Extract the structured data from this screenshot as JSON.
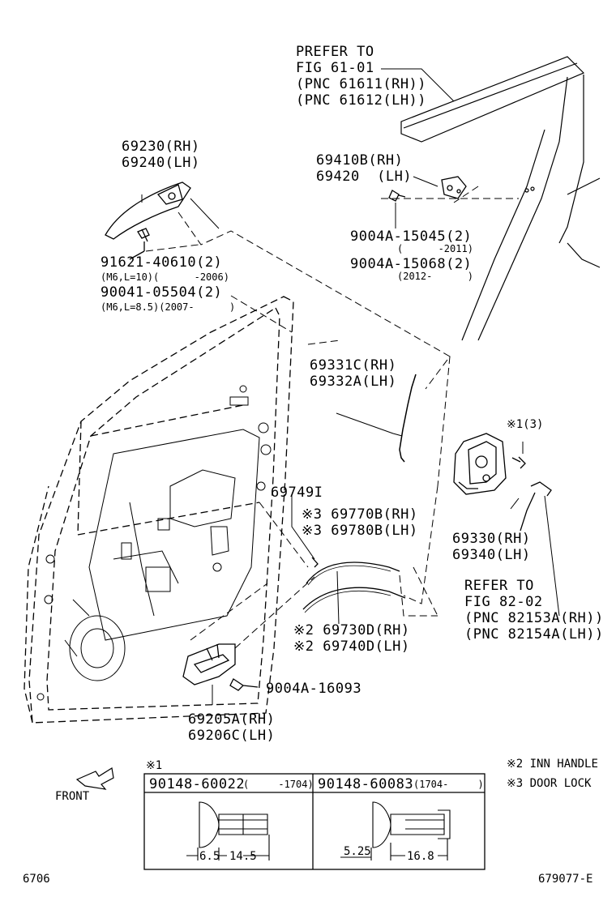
{
  "prefer_note": [
    "PREFER TO",
    "FIG 61-01",
    "(PNC 61611(RH))",
    "(PNC 61612(LH))"
  ],
  "outer_handle": {
    "rh": "69230(RH)",
    "lh": "69240(LH)"
  },
  "handle_bolts": {
    "a": "91621-40610(2)",
    "a_note": "(M6,L=10)(      -2006)",
    "b": "90041-05504(2)",
    "b_note": "(M6,L=8.5)(2007-      )"
  },
  "striker": {
    "rh": "69410B(RH)",
    "lh": "69420  (LH)"
  },
  "striker_screws": {
    "a": "9004A-15045(2)",
    "a_note": "(      -2011)",
    "b": "9004A-15068(2)",
    "b_note": "(2012-      )"
  },
  "rod": {
    "rh": "69331C(RH)",
    "lh": "69332A(LH)"
  },
  "lock_note": "※1(3)",
  "lock": {
    "rh": "69330(RH)",
    "lh": "69340(LH)"
  },
  "refer_note": [
    "REFER TO",
    "FIG 82-02",
    "(PNC 82153A(RH))",
    "(PNC 82154A(LH))"
  ],
  "cover": "69749I",
  "lock_cable": {
    "rh": "※3 69770B(RH)",
    "lh": "※3 69780B(LH)"
  },
  "handle_cable": {
    "rh": "※2 69730D(RH)",
    "lh": "※2 69740D(LH)"
  },
  "inner_screw": "9004A-16093",
  "inner_handle": {
    "rh": "69205A(RH)",
    "lh": "69206C(LH)"
  },
  "front_label": "FRONT",
  "table": {
    "mark": "※1",
    "left": {
      "part": "90148-60022",
      "range": "(     -1704)",
      "dims": [
        "6.5",
        "14.5"
      ]
    },
    "right": {
      "part": "90148-60083",
      "range": "(1704-     )",
      "dims": [
        "5.25",
        "16.8"
      ]
    }
  },
  "legend": [
    "※2 INN HANDLE",
    "※3 DOOR LOCK"
  ],
  "page_code": "6706",
  "drawing_code": "679077-E"
}
